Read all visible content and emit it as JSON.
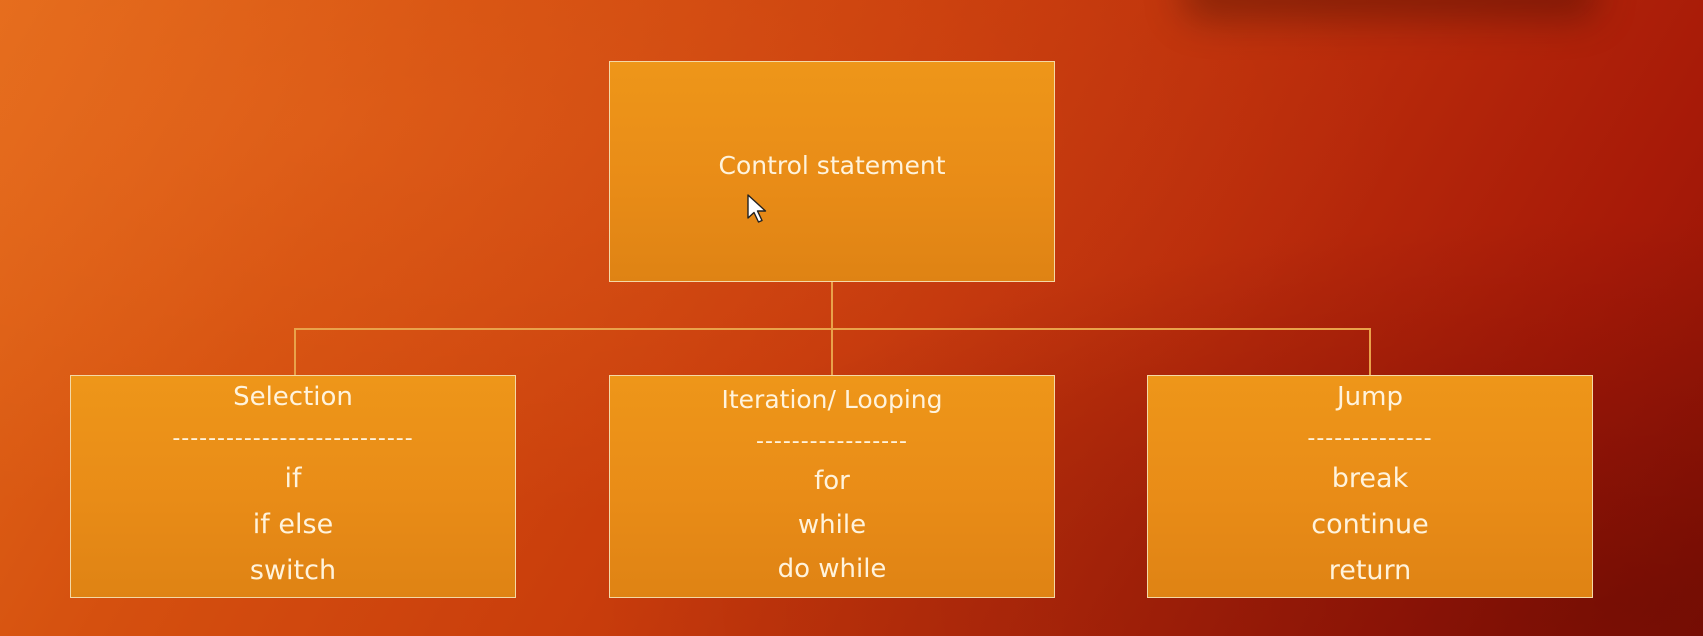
{
  "diagram": {
    "root": {
      "label": "Control statement"
    },
    "children": [
      {
        "title": "Selection",
        "separator": "---------------------------",
        "items": [
          "if",
          "if else",
          "switch"
        ]
      },
      {
        "title": "Iteration/ Looping",
        "separator": "-----------------",
        "items": [
          "for",
          "while",
          "do while"
        ]
      },
      {
        "title": "Jump",
        "separator": "--------------",
        "items": [
          "break",
          "continue",
          "return"
        ]
      }
    ]
  },
  "colors": {
    "box_fill": "#ee9619",
    "box_border": "#f4d9a6",
    "connector": "#e9a24a",
    "text": "#fff3dc"
  },
  "icons": {
    "cursor": "mouse-pointer-icon"
  }
}
